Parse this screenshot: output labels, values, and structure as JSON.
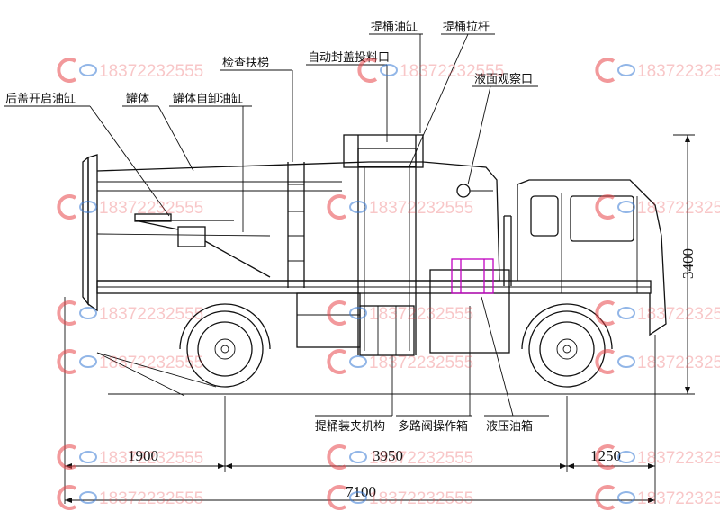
{
  "labels": {
    "rear_door_cylinder": "后盖开启油缸",
    "tank_body": "罐体",
    "self_dump_cylinder": "罐体自卸油缸",
    "ladder": "检查扶梯",
    "auto_cover": "自动封盖投料口",
    "lift_cylinder": "提桶油缸",
    "lift_rod": "提桶拉杆",
    "level_window": "液面观察口",
    "bin_clamp": "提桶装夹机构",
    "multi_valve_box": "多路阀操作箱",
    "hydraulic_tank": "液压油箱"
  },
  "dimensions": {
    "rear_overhang": "1900",
    "wheelbase": "3950",
    "front_overhang": "1250",
    "total_length": "7100",
    "height": "3400"
  },
  "watermark": {
    "phone": "18372232555",
    "color": "#e8464b"
  }
}
